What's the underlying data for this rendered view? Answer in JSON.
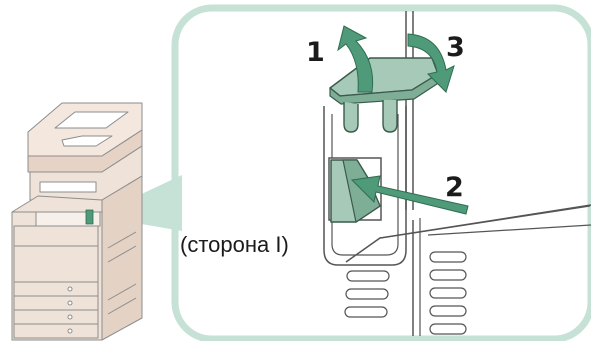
{
  "steps": {
    "step1": "1",
    "step2": "2",
    "step3": "3"
  },
  "caption": "(сторона I)",
  "colors": {
    "callout_border": "#c6e1d6",
    "arrow_fill": "#4f9a78",
    "arrow_dark": "#3a7d5e",
    "latch_fill": "#a7c9b8",
    "machine_body": "#efe2d8",
    "machine_line": "#8d8d8d",
    "line": "#555555"
  }
}
